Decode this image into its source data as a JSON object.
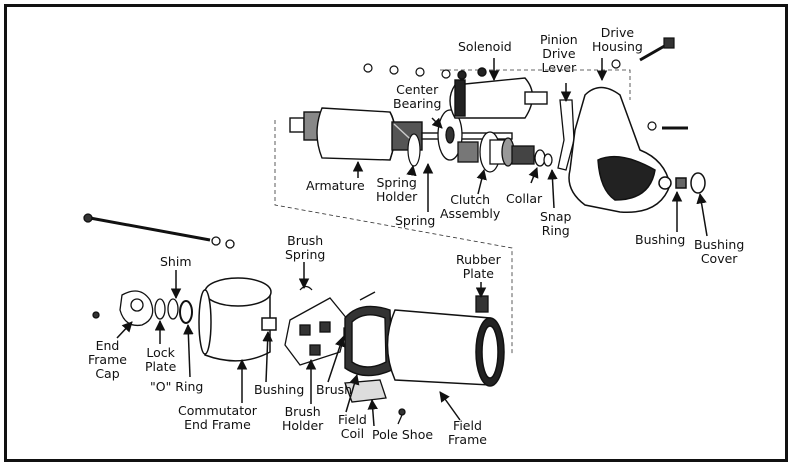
{
  "labels": {
    "solenoid": "Solenoid",
    "pinion_drive_lever": [
      "Pinion",
      "Drive",
      "Lever"
    ],
    "drive_housing": [
      "Drive",
      "Housing"
    ],
    "center_bearing": [
      "Center",
      "Bearing"
    ],
    "armature": "Armature",
    "spring_holder": [
      "Spring",
      "Holder"
    ],
    "spring": "Spring",
    "clutch_assembly": [
      "Clutch",
      "Assembly"
    ],
    "collar": "Collar",
    "snap_ring": [
      "Snap",
      "Ring"
    ],
    "bushing_front": "Bushing",
    "bushing_cover": [
      "Bushing",
      "Cover"
    ],
    "shim": "Shim",
    "brush_spring": [
      "Brush",
      "Spring"
    ],
    "rubber_plate": [
      "Rubber",
      "Plate"
    ],
    "end_frame_cap": [
      "End",
      "Frame",
      "Cap"
    ],
    "lock_plate": [
      "Lock",
      "Plate"
    ],
    "o_ring": "\"O\" Ring",
    "bushing_rear": "Bushing",
    "brush": "Brush",
    "commutator_end_frame": [
      "Commutator",
      "End Frame"
    ],
    "brush_holder": [
      "Brush",
      "Holder"
    ],
    "field_coil": [
      "Field",
      "Coil"
    ],
    "pole_shoe": "Pole Shoe",
    "field_frame": [
      "Field",
      "Frame"
    ]
  }
}
